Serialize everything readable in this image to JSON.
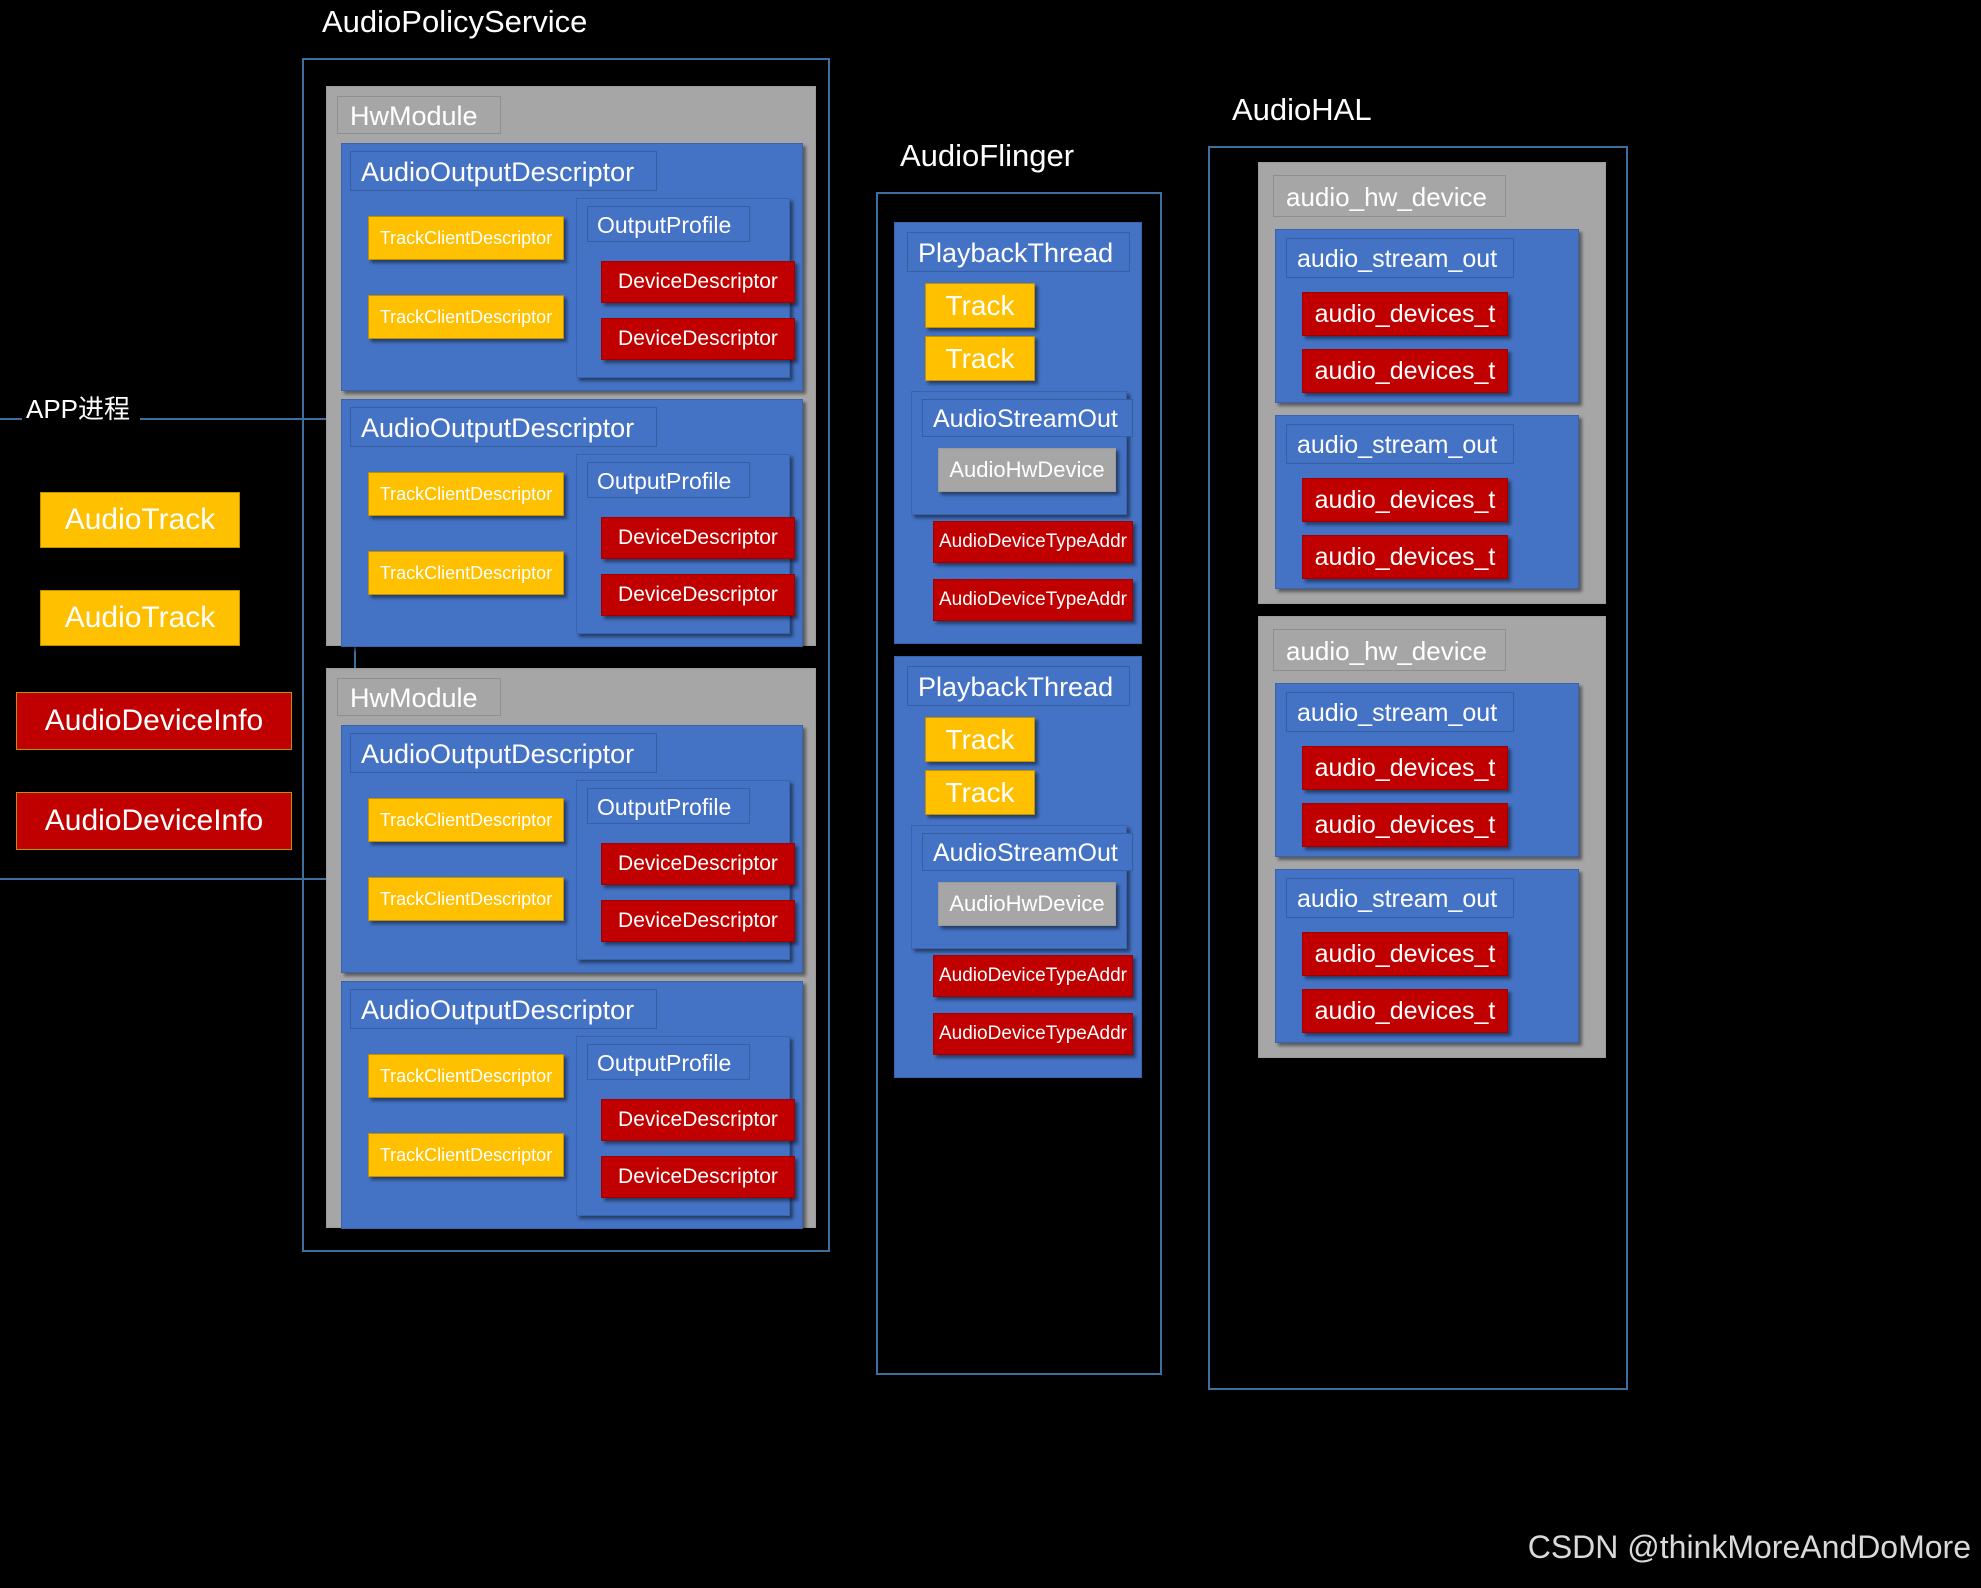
{
  "groups": {
    "app": {
      "title": "APP进程",
      "items": [
        {
          "label": "AudioTrack",
          "style": "amber"
        },
        {
          "label": "AudioTrack",
          "style": "amber"
        },
        {
          "label": "AudioDeviceInfo",
          "style": "redo"
        },
        {
          "label": "AudioDeviceInfo",
          "style": "redo"
        }
      ]
    },
    "audio_policy_service": {
      "title": "AudioPolicyService",
      "hw_modules": [
        {
          "label": "HwModule",
          "output_descriptors": [
            {
              "label": "AudioOutputDescriptor",
              "track_clients": [
                "TrackClientDescriptor",
                "TrackClientDescriptor"
              ],
              "output_profile": {
                "label": "OutputProfile",
                "device_descriptors": [
                  "DeviceDescriptor",
                  "DeviceDescriptor"
                ]
              }
            },
            {
              "label": "AudioOutputDescriptor",
              "track_clients": [
                "TrackClientDescriptor",
                "TrackClientDescriptor"
              ],
              "output_profile": {
                "label": "OutputProfile",
                "device_descriptors": [
                  "DeviceDescriptor",
                  "DeviceDescriptor"
                ]
              }
            }
          ]
        },
        {
          "label": "HwModule",
          "output_descriptors": [
            {
              "label": "AudioOutputDescriptor",
              "track_clients": [
                "TrackClientDescriptor",
                "TrackClientDescriptor"
              ],
              "output_profile": {
                "label": "OutputProfile",
                "device_descriptors": [
                  "DeviceDescriptor",
                  "DeviceDescriptor"
                ]
              }
            },
            {
              "label": "AudioOutputDescriptor",
              "track_clients": [
                "TrackClientDescriptor",
                "TrackClientDescriptor"
              ],
              "output_profile": {
                "label": "OutputProfile",
                "device_descriptors": [
                  "DeviceDescriptor",
                  "DeviceDescriptor"
                ]
              }
            }
          ]
        }
      ]
    },
    "audio_flinger": {
      "title": "AudioFlinger",
      "playback_threads": [
        {
          "label": "PlaybackThread",
          "tracks": [
            "Track",
            "Track"
          ],
          "audio_stream_out": {
            "label": "AudioStreamOut",
            "hw_device": "AudioHwDevice"
          },
          "device_type_addrs": [
            "AudioDeviceTypeAddr",
            "AudioDeviceTypeAddr"
          ]
        },
        {
          "label": "PlaybackThread",
          "tracks": [
            "Track",
            "Track"
          ],
          "audio_stream_out": {
            "label": "AudioStreamOut",
            "hw_device": "AudioHwDevice"
          },
          "device_type_addrs": [
            "AudioDeviceTypeAddr",
            "AudioDeviceTypeAddr"
          ]
        }
      ]
    },
    "audio_hal": {
      "title": "AudioHAL",
      "hw_devices": [
        {
          "label": "audio_hw_device",
          "streams": [
            {
              "label": "audio_stream_out",
              "devices": [
                "audio_devices_t",
                "audio_devices_t"
              ]
            },
            {
              "label": "audio_stream_out",
              "devices": [
                "audio_devices_t",
                "audio_devices_t"
              ]
            }
          ]
        },
        {
          "label": "audio_hw_device",
          "streams": [
            {
              "label": "audio_stream_out",
              "devices": [
                "audio_devices_t",
                "audio_devices_t"
              ]
            },
            {
              "label": "audio_stream_out",
              "devices": [
                "audio_devices_t",
                "audio_devices_t"
              ]
            }
          ]
        }
      ]
    }
  },
  "watermark": "CSDN @thinkMoreAndDoMore",
  "colors": {
    "background": "#000000",
    "group_border": "#3f6f9f",
    "gray": "#a6a6a6",
    "blue": "#4472c4",
    "red": "#c00000",
    "amber": "#ffc000",
    "text": "#ffffff",
    "watermark": "#d9d9d9"
  }
}
